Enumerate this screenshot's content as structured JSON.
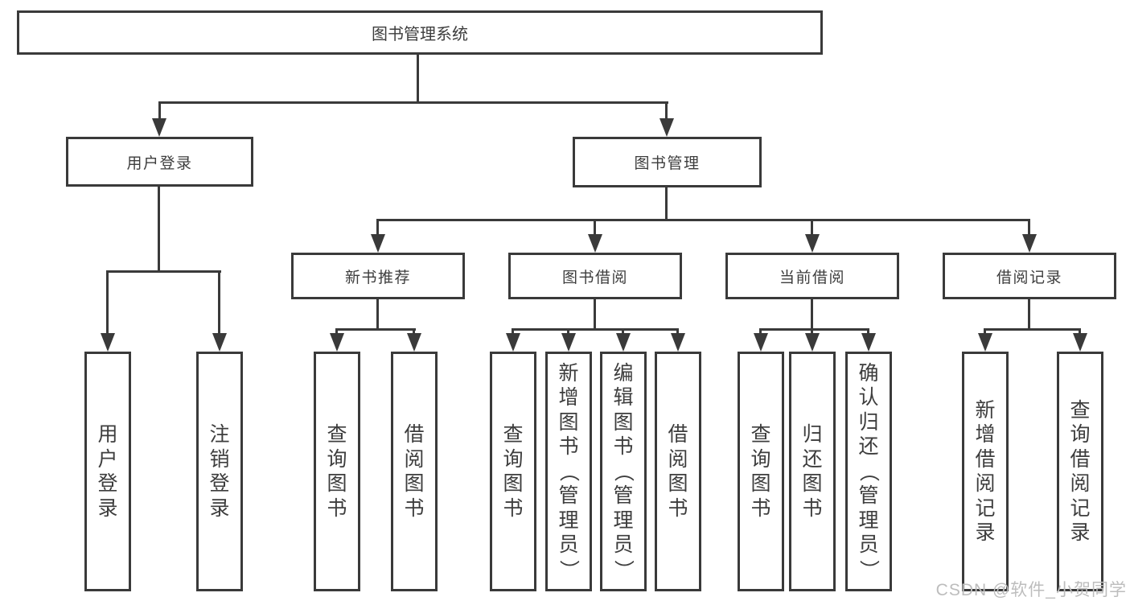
{
  "diagram": {
    "root": {
      "label": "图书管理系统"
    },
    "level2": {
      "user_login": {
        "label": "用户登录"
      },
      "book_management": {
        "label": "图书管理"
      }
    },
    "level3": {
      "new_book_recommend": {
        "label": "新书推荐"
      },
      "book_borrowing": {
        "label": "图书借阅"
      },
      "current_borrowing": {
        "label": "当前借阅"
      },
      "borrowing_records": {
        "label": "借阅记录"
      }
    },
    "leaves": {
      "user_login": [
        "用户登录",
        "注销登录"
      ],
      "new_book_recommend": [
        "查询图书",
        "借阅图书"
      ],
      "book_borrowing": [
        "查询图书",
        "新增图书（管理员）",
        "编辑图书（管理员）",
        "借阅图书"
      ],
      "current_borrowing": [
        "查询图书",
        "归还图书",
        "确认归还（管理员）"
      ],
      "borrowing_records": [
        "新增借阅记录",
        "查询借阅记录"
      ]
    }
  },
  "watermark": {
    "text": "CSDN @软件_小贺同学"
  },
  "colors": {
    "line": "#3a3a3a",
    "text": "#3d3d3d",
    "watermark": "#bdbdbd",
    "background": "#ffffff"
  }
}
